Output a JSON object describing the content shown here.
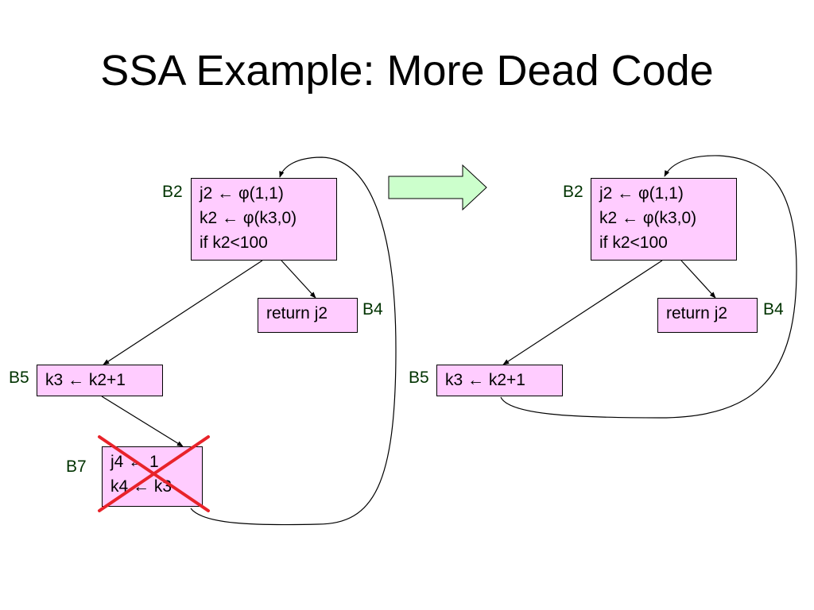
{
  "title": "SSA Example: More Dead Code",
  "colors": {
    "node_fill": "#ffccff",
    "label_text": "#003300",
    "cross_out": "#e8232a",
    "arrow_fill": "#ccffcc"
  },
  "left_graph": {
    "b2": {
      "label": "B2",
      "lines": [
        "j2 ← φ(1,1)",
        "k2 ← φ(k3,0)",
        "if k2<100"
      ]
    },
    "b4": {
      "label": "B4",
      "lines": [
        "return j2"
      ]
    },
    "b5": {
      "label": "B5",
      "lines": [
        "k3 ← k2+1"
      ]
    },
    "b7": {
      "label": "B7",
      "lines": [
        "j4 ← 1",
        "k4 ← k3"
      ],
      "crossed_out": true
    }
  },
  "right_graph": {
    "b2": {
      "label": "B2",
      "lines": [
        "j2 ← φ(1,1)",
        "k2 ← φ(k3,0)",
        "if k2<100"
      ]
    },
    "b4": {
      "label": "B4",
      "lines": [
        "return j2"
      ]
    },
    "b5": {
      "label": "B5",
      "lines": [
        "k3 ← k2+1"
      ]
    }
  },
  "transform_arrow_icon": "block-arrow-right-icon"
}
